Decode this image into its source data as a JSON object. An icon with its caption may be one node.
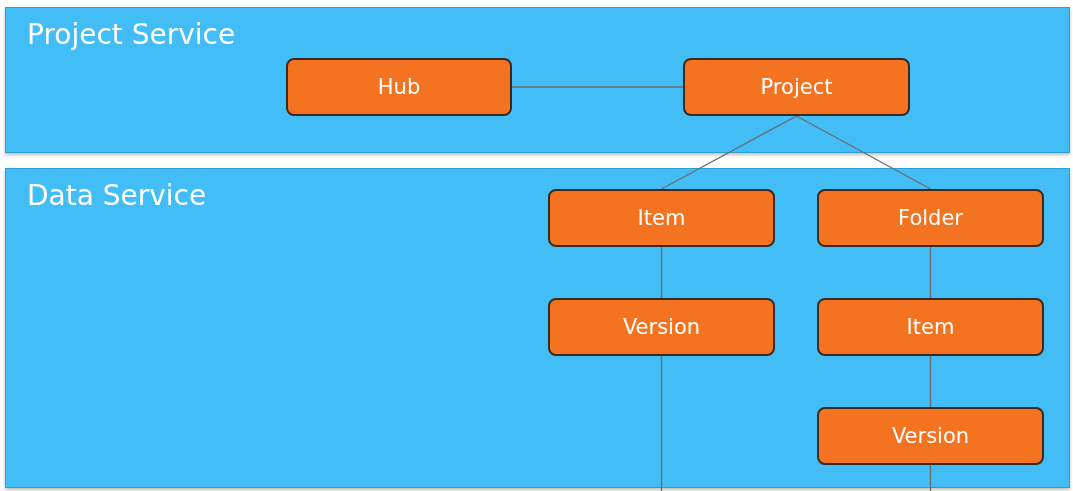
{
  "diagram": {
    "nodes": [
      {
        "text": [
          "Project Service"
        ]
      },
      {
        "text": [
          "Hub"
        ],
        "in": 0
      },
      {
        "text": [
          "Project"
        ],
        "in": 0
      },
      {
        "text": [
          "Data Service"
        ]
      },
      {
        "text": [
          "Item"
        ],
        "in": 3
      },
      {
        "text": [
          "Folder"
        ],
        "in": 3
      },
      {
        "text": [
          "Version"
        ],
        "in": 3
      },
      {
        "text": [
          "Item"
        ],
        "in": 3
      },
      {
        "text": [
          "Version"
        ],
        "in": 3
      }
    ],
    "edges": [
      {
        "from": 1,
        "to": 2,
        "arrow": "none"
      },
      {
        "from": 2,
        "to": 4,
        "arrow": "none"
      },
      {
        "from": 2,
        "to": 5,
        "arrow": "none"
      },
      {
        "from": 4,
        "to": 6,
        "arrow": "none"
      },
      {
        "from": 5,
        "to": 7,
        "arrow": "none"
      },
      {
        "from": 7,
        "to": 8,
        "arrow": "none"
      },
      {
        "from": 6,
        "to": null,
        "arrow": "none"
      },
      {
        "from": 8,
        "to": null,
        "arrow": "none"
      }
    ]
  }
}
